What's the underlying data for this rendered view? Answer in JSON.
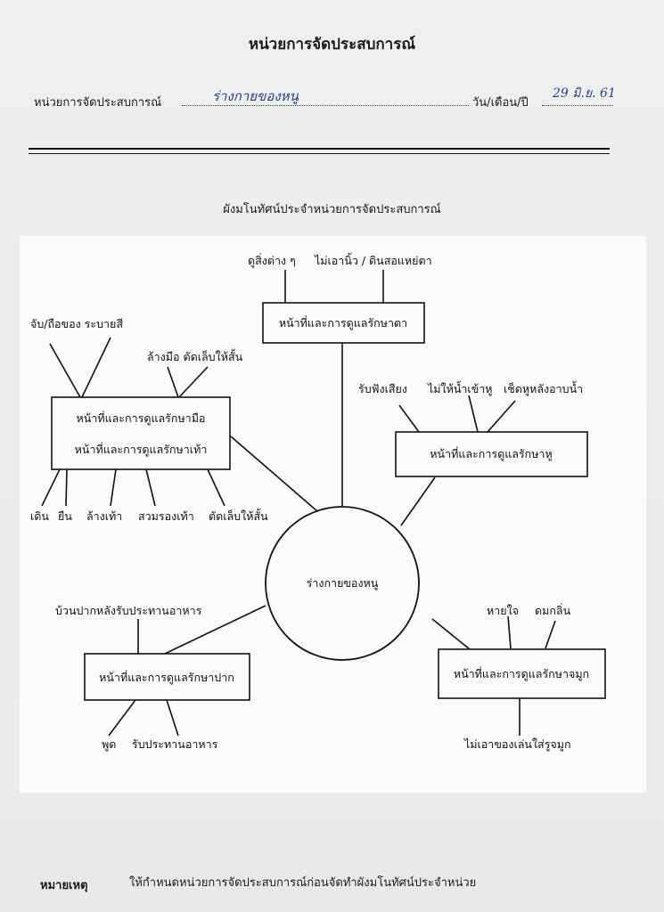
{
  "header": {
    "title": "หน่วยการจัดประสบการณ์",
    "unit_label": "หน่วยการจัดประสบการณ์",
    "unit_value": "ร่างกายของหนู",
    "date_label": "วัน/เดือน/ปี",
    "date_value": "29 มิ.ย. 61"
  },
  "diagram": {
    "title": "ผังมโนทัศน์ประจำหน่วยการจัดประสบการณ์",
    "center": "ร่างกายของหนู",
    "eyes": {
      "box": "หน้าที่และการดูแลรักษาตา",
      "items": [
        "ดูสิ่งต่าง ๆ",
        "ไม่เอานิ้ว / ดินสอแหย่ตา"
      ]
    },
    "hands_feet": {
      "box_line1": "หน้าที่และการดูแลรักษามือ",
      "box_line2": "หน้าที่และการดูแลรักษาเท้า",
      "top_left_items": "จับ/ถือของ  ระบายสี",
      "top_right_items": "ล้างมือ  ตัดเล็บให้สั้น",
      "bottom_items": [
        "เดิน",
        "ยืน",
        "ล้างเท้า",
        "สวมรองเท้า",
        "ตัดเล็บให้สั้น"
      ]
    },
    "ears": {
      "box": "หน้าที่และการดูแลรักษาหู",
      "items": [
        "รับฟังเสียง",
        "ไม่ให้น้ำเข้าหู",
        "เช็ดหูหลังอาบน้ำ"
      ]
    },
    "mouth": {
      "box": "หน้าที่และการดูแลรักษาปาก",
      "top_item": "บ้วนปากหลังรับประทานอาหาร",
      "bottom_items": [
        "พูด",
        "รับประทานอาหาร"
      ]
    },
    "nose": {
      "box": "หน้าที่และการดูแลรักษาจมูก",
      "top_items": [
        "หายใจ",
        "ดมกลิ่น"
      ],
      "bottom_item": "ไม่เอาของเล่นใส่รูจมูก"
    }
  },
  "footer": {
    "note_label": "หมายเหตุ",
    "note_text": "ให้กำหนดหน่วยการจัดประสบการณ์ก่อนจัดทำผังมโนทัศน์ประจำหน่วย"
  }
}
